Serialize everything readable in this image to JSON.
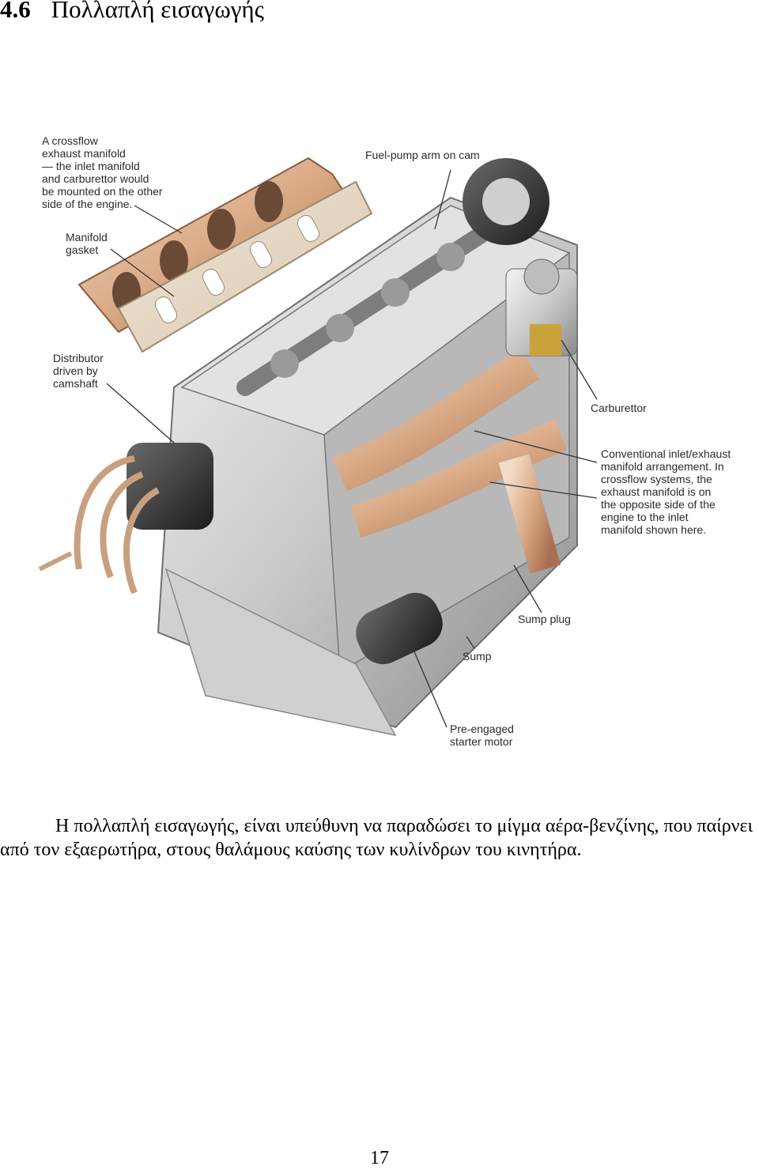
{
  "section": {
    "number": "4.6",
    "title": "Πολλαπλή εισαγωγής"
  },
  "figure": {
    "callouts": {
      "crossflow": "A crossflow\nexhaust manifold\n— the inlet manifold\nand carburettor would\nbe mounted on the other\nside of the engine.",
      "fuel_pump": "Fuel-pump arm on cam",
      "manifold_gasket": "Manifold\ngasket",
      "distributor": "Distributor\ndriven by\ncamshaft",
      "carburettor": "Carburettor",
      "conventional": "Conventional inlet/exhaust\nmanifold arrangement. In\ncrossflow systems, the\nexhaust manifold is on\nthe opposite side of the\nengine to the inlet\nmanifold shown here.",
      "sump_plug": "Sump plug",
      "sump": "Sump",
      "starter": "Pre-engaged\nstarter motor"
    }
  },
  "body_text": "Η πολλαπλή εισαγωγής, είναι υπεύθυνη να παραδώσει το μίγμα αέρα-βενζίνης, που παίρνει από τον εξαερωτήρα, στους θαλάμους καύσης των κυλίνδρων του κινητήρα.",
  "page_number": "17"
}
